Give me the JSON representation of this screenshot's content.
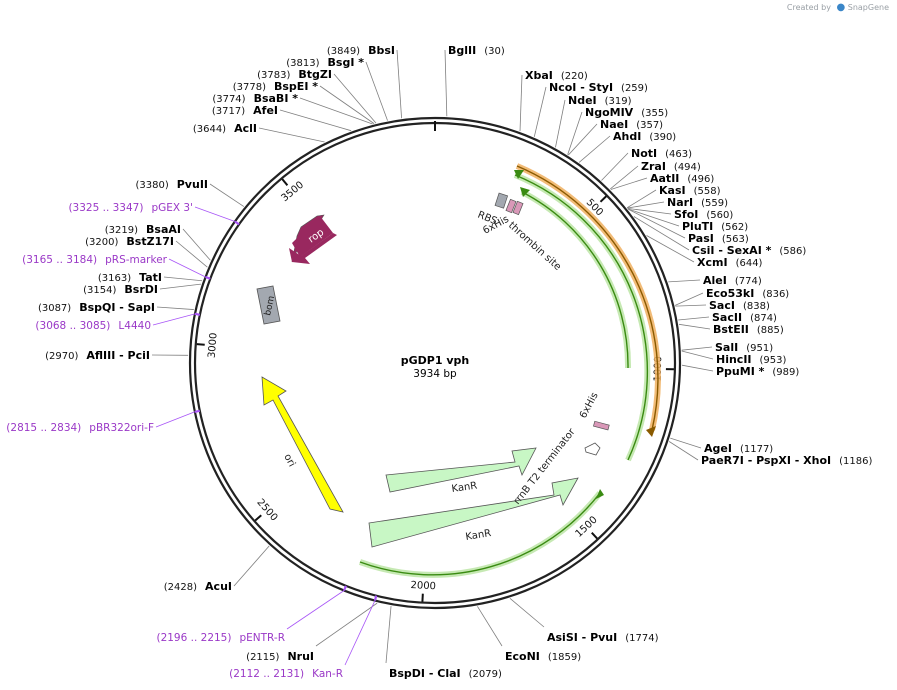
{
  "credit": {
    "prefix": "Created by",
    "brand": "SnapGene"
  },
  "plasmid": {
    "name": "pGDP1 vph",
    "length_label": "3934 bp",
    "length": 3934
  },
  "ticks": [
    {
      "bp": 500,
      "label": "500"
    },
    {
      "bp": 1000,
      "label": "1000"
    },
    {
      "bp": 1500,
      "label": "1500"
    },
    {
      "bp": 2000,
      "label": "2000"
    },
    {
      "bp": 2500,
      "label": "2500"
    },
    {
      "bp": 3000,
      "label": "3000"
    },
    {
      "bp": 3500,
      "label": "3500"
    }
  ],
  "sites_right": [
    {
      "name": "BglII",
      "coord": "(30)"
    },
    {
      "name": "XbaI",
      "coord": "(220)"
    },
    {
      "name": "NcoI  - StyI",
      "coord": "(259)"
    },
    {
      "name": "NdeI",
      "coord": "(319)"
    },
    {
      "name": "NgoMIV",
      "coord": "(355)"
    },
    {
      "name": "NaeI",
      "coord": "(357)"
    },
    {
      "name": "AhdI",
      "coord": "(390)"
    },
    {
      "name": "NotI",
      "coord": "(463)"
    },
    {
      "name": "ZraI",
      "coord": "(494)"
    },
    {
      "name": "AatII",
      "coord": "(496)"
    },
    {
      "name": "KasI",
      "coord": "(558)"
    },
    {
      "name": "NarI",
      "coord": "(559)"
    },
    {
      "name": "SfoI",
      "coord": "(560)"
    },
    {
      "name": "PluTI",
      "coord": "(562)"
    },
    {
      "name": "PasI",
      "coord": "(563)"
    },
    {
      "name": "CsiI  - SexAI *",
      "coord": "(586)"
    },
    {
      "name": "XcmI",
      "coord": "(644)"
    },
    {
      "name": "AleI",
      "coord": "(774)"
    },
    {
      "name": "Eco53kI",
      "coord": "(836)"
    },
    {
      "name": "SacI",
      "coord": "(838)"
    },
    {
      "name": "SacII",
      "coord": "(874)"
    },
    {
      "name": "BstEII",
      "coord": "(885)"
    },
    {
      "name": "SalI",
      "coord": "(951)"
    },
    {
      "name": "HincII",
      "coord": "(953)"
    },
    {
      "name": "PpuMI *",
      "coord": "(989)"
    },
    {
      "name": "AgeI",
      "coord": "(1177)"
    },
    {
      "name": "PaeR7I  - PspXI  - XhoI",
      "coord": "(1186)"
    },
    {
      "name": "AsiSI  - PvuI",
      "coord": "(1774)"
    },
    {
      "name": "EcoNI",
      "coord": "(1859)"
    },
    {
      "name": "BspDI  - ClaI",
      "coord": "(2079)"
    }
  ],
  "sites_left": [
    {
      "name": "BbsI",
      "coord": "(3849)"
    },
    {
      "name": "BsgI *",
      "coord": "(3813)"
    },
    {
      "name": "BtgZI",
      "coord": "(3783)"
    },
    {
      "name": "BspEI *",
      "coord": "(3778)"
    },
    {
      "name": "BsaBI *",
      "coord": "(3774)"
    },
    {
      "name": "AfeI",
      "coord": "(3717)"
    },
    {
      "name": "AclI",
      "coord": "(3644)"
    },
    {
      "name": "PvuII",
      "coord": "(3380)"
    },
    {
      "name": "BsaAI",
      "coord": "(3219)"
    },
    {
      "name": "BstZ17I",
      "coord": "(3200)"
    },
    {
      "name": "TatI",
      "coord": "(3163)"
    },
    {
      "name": "BsrDI",
      "coord": "(3154)"
    },
    {
      "name": "BspQI  - SapI",
      "coord": "(3087)"
    },
    {
      "name": "AflIII  - PciI",
      "coord": "(2970)"
    },
    {
      "name": "AcuI",
      "coord": "(2428)"
    },
    {
      "name": "NruI",
      "coord": "(2115)"
    }
  ],
  "primers": [
    {
      "name": "pGEX 3'",
      "coord": "(3325 .. 3347)"
    },
    {
      "name": "pRS-marker",
      "coord": "(3165 .. 3184)"
    },
    {
      "name": "L4440",
      "coord": "(3068 .. 3085)"
    },
    {
      "name": "pBR322ori-F",
      "coord": "(2815 .. 2834)"
    },
    {
      "name": "pENTR-R",
      "coord": "(2196 .. 2215)"
    },
    {
      "name": "Kan-R",
      "coord": "(2112 .. 2131)"
    }
  ],
  "features": {
    "rop": "rop",
    "bom": "bom",
    "ori": "ori",
    "kanr_inner": "KanR",
    "kanr_outer": "KanR",
    "rrnb": "rrnB T2 terminator",
    "rbs": "RBS",
    "thrombin": "thrombin site",
    "his_top": "6xHis",
    "his_bottom": "6xHis"
  },
  "colors": {
    "backbone": "#222222",
    "rop": "#99285f",
    "bom": "#a3a8b0",
    "ori": "#ffff00",
    "kanr": "#c8f7c5",
    "green_arc": "#3a8b12",
    "orange_arc": "#f0b060",
    "primer": "#a855f7",
    "his_tag": "#d998b8"
  }
}
